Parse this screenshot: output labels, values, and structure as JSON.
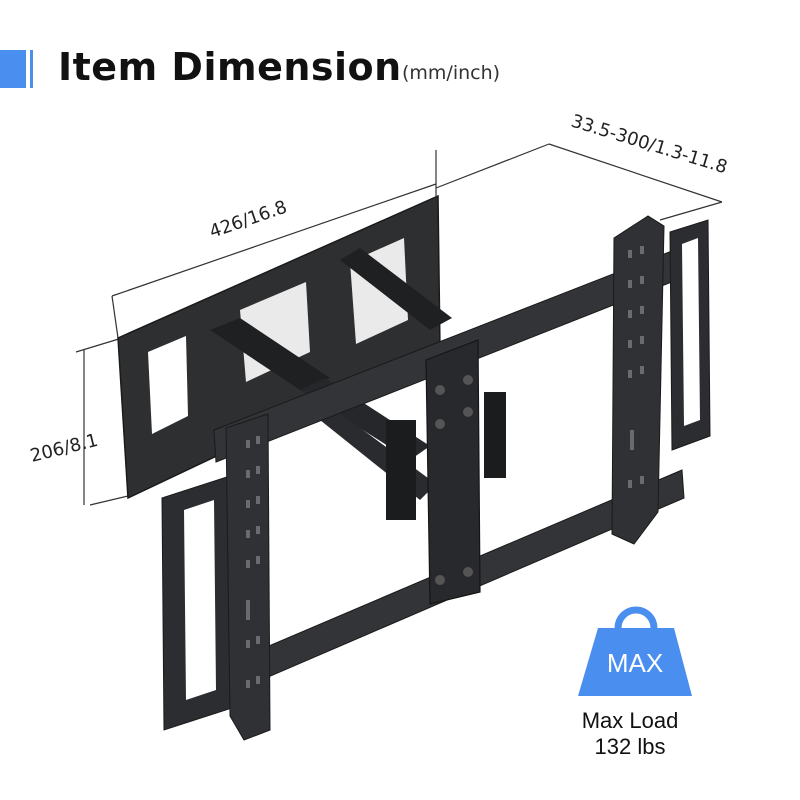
{
  "header": {
    "title": "Item Dimension",
    "unit": "(mm/inch)",
    "accent_color": "#4a8ff0"
  },
  "dimensions": {
    "width": "426/16.8",
    "height": "206/8.1",
    "extension": "33.5-300/1.3-11.8"
  },
  "max_load": {
    "badge": "MAX",
    "label_line1": "Max Load",
    "label_line2": "132 lbs",
    "badge_color": "#4a8ff0",
    "icon": "weight-icon"
  },
  "product": {
    "icon": "tv-wall-mount-bracket"
  }
}
